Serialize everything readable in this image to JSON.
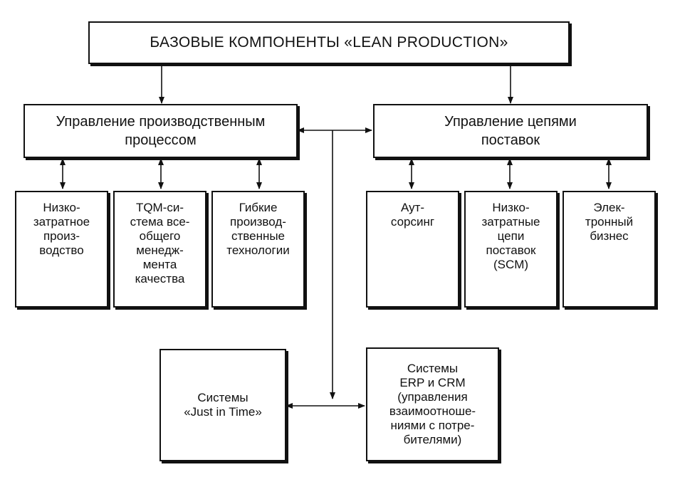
{
  "title": "БАЗОВЫЕ КОМПОНЕНТЫ «LEAN PRODUCTION»",
  "left_group": {
    "label": "Управление производственным\nпроцессом",
    "items": [
      "Низко-\nзатратное\nпроиз-\nводство",
      "TQM-си-\nстема все-\nобщего\nменедж-\nмента\nкачества",
      "Гибкие\nпроизвод-\nственные\nтехнологии"
    ]
  },
  "right_group": {
    "label": "Управление цепями\nпоставок",
    "items": [
      "Аут-\nсорсинг",
      "Низко-\nзатратные\nцепи\nпоставок\n(SCM)",
      "Элек-\nтронный\nбизнес"
    ]
  },
  "bottom": {
    "jit": "Системы\n«Just in Time»",
    "erp": "Системы\nERP и CRM\n(управления\nвзаимоотноше-\nниями с потре-\nбителями)"
  }
}
